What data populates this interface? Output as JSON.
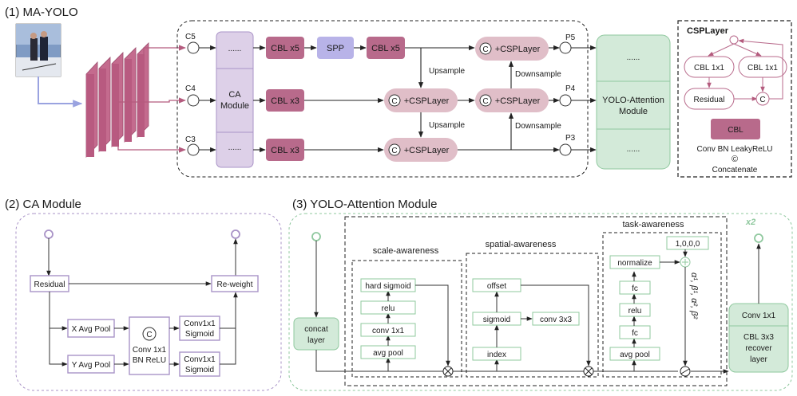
{
  "sections": {
    "ma_yolo": "(1) MA-YOLO",
    "ca_module": "(2) CA Module",
    "yolo_attention": "(3) YOLO-Attention Module"
  },
  "backbone_taps": [
    "C5",
    "C4",
    "C3"
  ],
  "outputs": [
    "P5",
    "P4",
    "P3"
  ],
  "ca_module_block": {
    "line1": "CA",
    "line2": "Module",
    "dots_top": "......",
    "dots_bottom": "......"
  },
  "blocks": {
    "cbl_x5_a": "CBL x5",
    "spp": "SPP",
    "cbl_x5_b": "CBL x5",
    "cbl_x3_mid": "CBL x3",
    "cbl_x3_bot": "CBL x3",
    "csp_label": "+CSPLayer",
    "concat_symbol": "C"
  },
  "arrows": {
    "upsample_1": "Upsample",
    "upsample_2": "Upsample",
    "downsample_1": "Downsample",
    "downsample_2": "Downsample"
  },
  "yolo_attn_block": {
    "dots_top": "......",
    "line1": "YOLO-Attention",
    "line2": "Module",
    "dots_bottom": "......"
  },
  "legend": {
    "title": "CSPLayer",
    "cbl_a": "CBL 1x1",
    "cbl_b": "CBL 1x1",
    "residual": "Residual",
    "c": "C",
    "cbl": "CBL",
    "cbl_desc": "Conv  BN LeakyReLU",
    "concat_symbol": "©",
    "concat_desc": "Concatenate"
  },
  "ca": {
    "residual": "Residual",
    "reweight": "Re-weight",
    "x_pool": "X Avg Pool",
    "y_pool": "Y Avg Pool",
    "c": "C",
    "conv_line1": "Conv 1x1",
    "conv_line2": "BN ReLU",
    "sig_a1": "Conv1x1",
    "sig_a2": "Sigmoid",
    "sig_b1": "Conv1x1",
    "sig_b2": "Sigmoid"
  },
  "attn": {
    "repeat": "x2",
    "task_title": "task-awareness",
    "scale_title": "scale-awareness",
    "spatial_title": "spatial-awareness",
    "concat_line1": "concat",
    "concat_line2": "layer",
    "scale_items": [
      "hard sigmoid",
      "relu",
      "conv 1x1",
      "avg pool"
    ],
    "spatial_offset": "offset",
    "spatial_sigmoid": "sigmoid",
    "spatial_conv": "conv 3x3",
    "spatial_index": "index",
    "task_items": [
      "normalize",
      "fc",
      "relu",
      "fc",
      "avg pool"
    ],
    "task_const": "1,0,0,0",
    "task_params": "α¹, β¹, α², β²",
    "recover_conv": "Conv 1x1",
    "recover_line1": "CBL 3x3",
    "recover_line2": "recover",
    "recover_line3": "layer"
  },
  "colors": {
    "ca_block": "#ddd0e8",
    "cbl": "#b86a8b",
    "spp": "#b8b3e8",
    "csp": "#e0bec8",
    "yolo_attn": "#d3ead9",
    "green_border": "#8fc89e",
    "purple_border": "#a993c7"
  }
}
